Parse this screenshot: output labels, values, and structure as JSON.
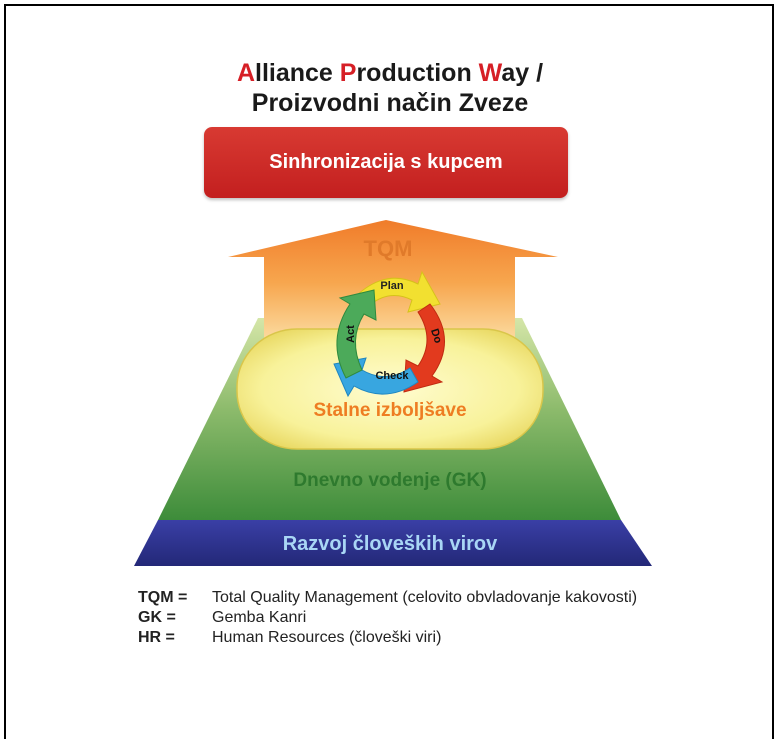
{
  "title": {
    "line1_parts": [
      {
        "text": "A",
        "red": true
      },
      {
        "text": "lliance ",
        "red": false
      },
      {
        "text": "P",
        "red": true
      },
      {
        "text": "roduction ",
        "red": false
      },
      {
        "text": "W",
        "red": true
      },
      {
        "text": "ay /",
        "red": false
      }
    ],
    "line2": "Proizvodni način Zveze"
  },
  "top_box": "Sinhronizacija s kupcem",
  "tqm": "TQM",
  "cycle": {
    "plan": "Plan",
    "do": "Do",
    "check": "Check",
    "act": "Act"
  },
  "improvement": "Stalne izboljšave",
  "daily": "Dnevno vodenje (GK)",
  "base": "Razvoj človeških virov",
  "legend": [
    {
      "key": "TQM =",
      "value": "Total Quality Management (celovito obvladovanje kakovosti)"
    },
    {
      "key": "GK =",
      "value": "Gemba Kanri"
    },
    {
      "key": "HR =",
      "value": "Human Resources (človeški viri)"
    }
  ],
  "colors": {
    "red": "#d61f26",
    "top_box": "#c8252a",
    "arrow_orange": "#f5a04a",
    "ellipse_yellow": "#f8f29a",
    "pyramid_green": "#3d8c3a",
    "base_blue": "#2a2f8f",
    "tqm_text": "#e07a2a",
    "improvement_text": "#ee7d22",
    "daily_text": "#2e7a2e",
    "base_text": "#a9d6f5"
  }
}
